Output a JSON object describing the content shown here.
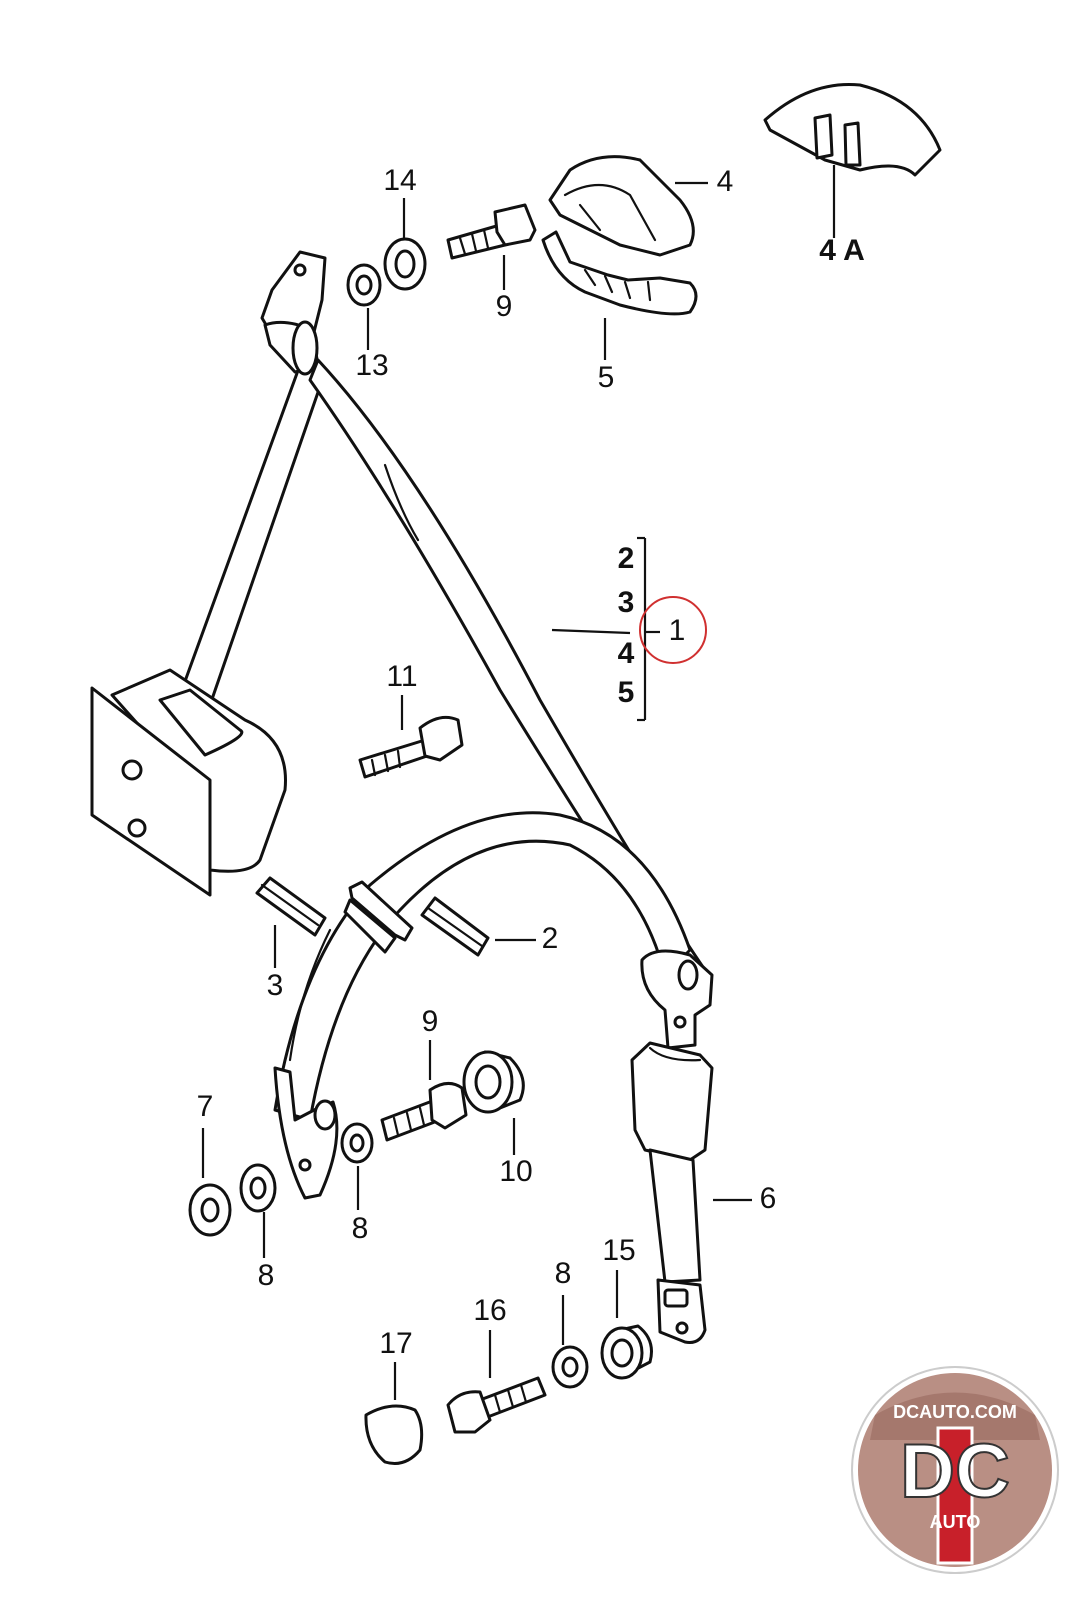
{
  "labels": {
    "l1": "1",
    "l2a": "2",
    "l2b": "2",
    "l3a": "3",
    "l3b": "3",
    "l4a": "4",
    "l4b": "4",
    "l4A": "4 A",
    "l5a": "5",
    "l5b": "5",
    "l6": "6",
    "l7": "7",
    "l8a": "8",
    "l8b": "8",
    "l8c": "8",
    "l9a": "9",
    "l9b": "9",
    "l10": "10",
    "l11": "11",
    "l13": "13",
    "l14": "14",
    "l15": "15",
    "l16": "16",
    "l17": "17"
  },
  "logo": {
    "url_text": "DCAUTO.COM",
    "main_text": "DC",
    "sub_text": "AUTO"
  },
  "colors": {
    "line": "#111111",
    "highlight": "#d03030",
    "logo_red": "#c8202a",
    "logo_bg": "#b98f84"
  }
}
